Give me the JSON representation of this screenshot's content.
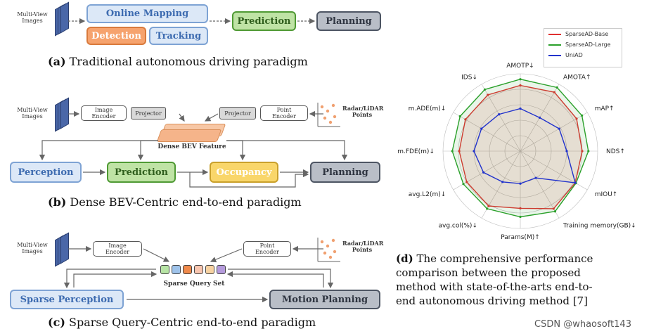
{
  "panel_a": {
    "input_label": "Multi-View\nImages",
    "online_mapping": "Online Mapping",
    "detection": "Detection",
    "tracking": "Tracking",
    "prediction": "Prediction",
    "planning": "Planning",
    "caption_tag": "(a)",
    "caption_text": "Traditional autonomous driving paradigm"
  },
  "panel_b": {
    "input_label": "Multi-View\nImages",
    "image_encoder": "Image\nEncoder",
    "projector_left": "Projector",
    "projector_right": "Projector",
    "point_encoder": "Point\nEncoder",
    "radar_label": "Radar/LiDAR\nPoints",
    "dense_bev": "Dense BEV Feature",
    "perception": "Perception",
    "prediction": "Prediction",
    "occupancy": "Occupancy",
    "planning": "Planning",
    "caption_tag": "(b)",
    "caption_text": "Dense BEV-Centric end-to-end paradigm"
  },
  "panel_c": {
    "input_label": "Multi-View\nImages",
    "image_encoder": "Image\nEncoder",
    "point_encoder": "Point\nEncoder",
    "radar_label": "Radar/LiDAR\nPoints",
    "sparse_query": "Sparse Query Set",
    "sparse_perception": "Sparse Perception",
    "motion_planning": "Motion Planning",
    "caption_tag": "(c)",
    "caption_text": "Sparse Query-Centric end-to-end paradigm",
    "query_colors": [
      "#b7e4a5",
      "#9fc3ea",
      "#f08a4b",
      "#f8c6b0",
      "#f7d2a2",
      "#b59bdc"
    ]
  },
  "panel_d": {
    "caption_tag": "(d)",
    "caption_lines": [
      "The comprehensive performance",
      "comparison between the proposed",
      "method with state-of-the-arts end-to-",
      "end autonomous driving method [7]"
    ],
    "ref_number": "7"
  },
  "watermark": "CSDN @whaosoft143",
  "colors": {
    "base": "#e03030",
    "large": "#2aa02a",
    "uniad": "#2233cc"
  },
  "chart_data": {
    "type": "radar",
    "axes": [
      "AMOTP↓",
      "AMOTA↑",
      "mAP↑",
      "NDS↑",
      "mIOU↑",
      "Training memory(GB)↓",
      "Params(M)↑",
      "avg.col(%)↓",
      "avg.L2(m)↓",
      "m.FDE(m)↓",
      "m.ADE(m)↓",
      "IDS↓"
    ],
    "series": [
      {
        "name": "SparseAD-Base",
        "values": [
          0.85,
          0.88,
          0.84,
          0.8,
          0.82,
          0.86,
          0.74,
          0.82,
          0.8,
          0.79,
          0.82,
          0.84
        ]
      },
      {
        "name": "SparseAD-Large",
        "values": [
          0.93,
          0.95,
          0.92,
          0.88,
          0.83,
          0.9,
          0.85,
          0.86,
          0.85,
          0.88,
          0.9,
          0.92
        ]
      },
      {
        "name": "UniAD",
        "values": [
          0.55,
          0.5,
          0.58,
          0.6,
          0.82,
          0.4,
          0.42,
          0.46,
          0.55,
          0.6,
          0.58,
          0.55
        ]
      }
    ],
    "legend": "top-right",
    "rings": 5
  }
}
